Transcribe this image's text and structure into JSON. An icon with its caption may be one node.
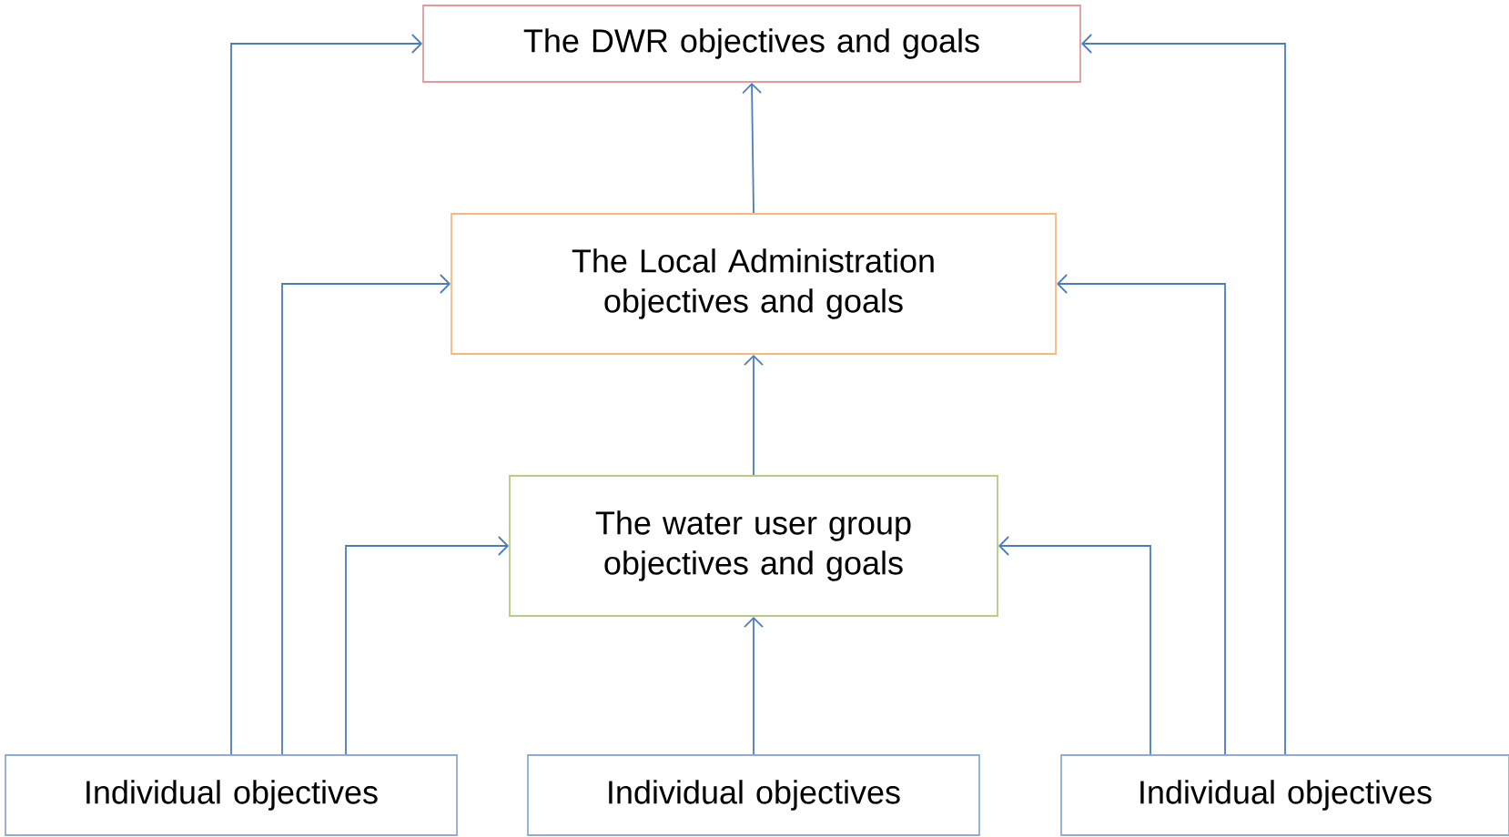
{
  "diagram": {
    "nodes": [
      {
        "text": [
          "The DWR objectives and goals"
        ]
      },
      {
        "text": [
          "The Local Administration objectives and goals"
        ]
      },
      {
        "text": [
          "The water user group objectives and goals"
        ]
      },
      {
        "text": [
          "Individual objectives"
        ]
      },
      {
        "text": [
          "Individual objectives"
        ]
      },
      {
        "text": [
          "Individual objectives"
        ]
      }
    ],
    "edges": [
      {
        "from": 1,
        "to": 0,
        "arrow": "to"
      },
      {
        "from": 2,
        "to": 1,
        "arrow": "to"
      },
      {
        "from": 4,
        "to": 2,
        "arrow": "to"
      },
      {
        "from": 3,
        "to": 0,
        "arrow": "to"
      },
      {
        "from": 3,
        "to": 1,
        "arrow": "to"
      },
      {
        "from": 3,
        "to": 2,
        "arrow": "to"
      },
      {
        "from": 5,
        "to": 0,
        "arrow": "to"
      },
      {
        "from": 5,
        "to": 1,
        "arrow": "to"
      },
      {
        "from": 5,
        "to": 2,
        "arrow": "to"
      }
    ]
  }
}
